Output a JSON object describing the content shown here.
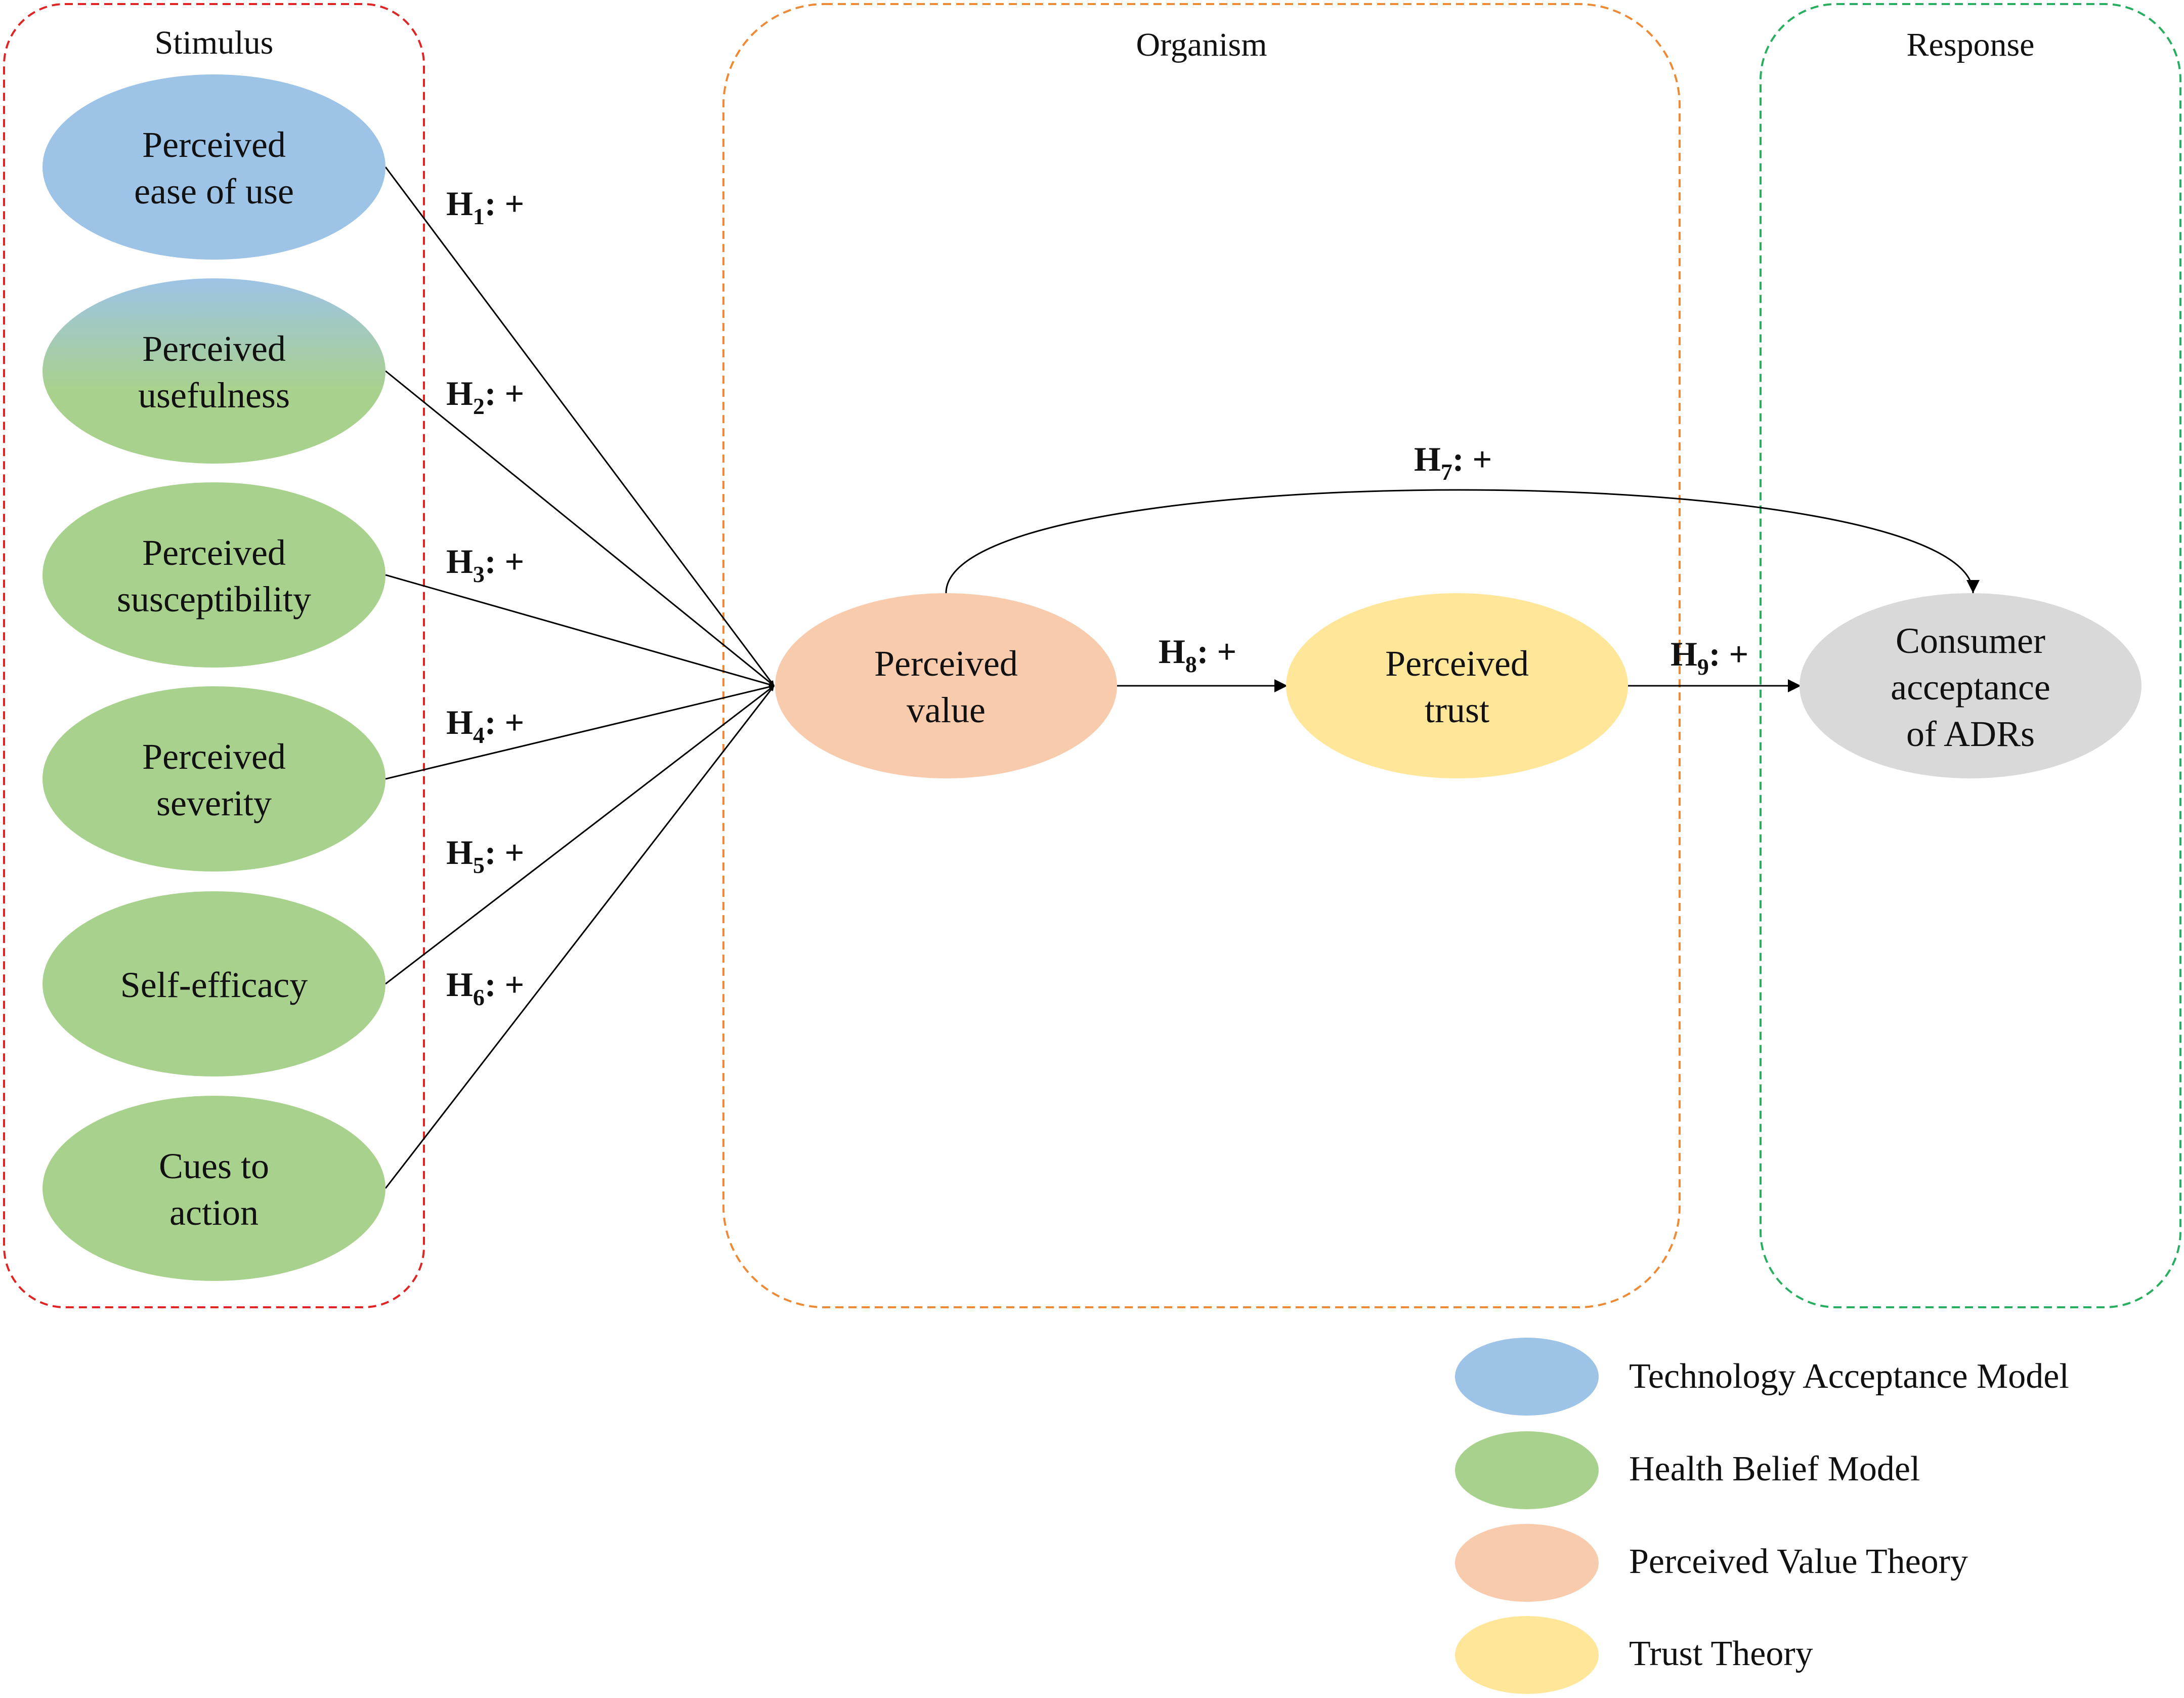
{
  "groups": {
    "stimulus": "Stimulus",
    "organism": "Organism",
    "response": "Response"
  },
  "nodes": {
    "ease_of_use": [
      "Perceived",
      "ease of use"
    ],
    "usefulness": [
      "Perceived",
      "usefulness"
    ],
    "susceptibility": [
      "Perceived",
      "susceptibility"
    ],
    "severity": [
      "Perceived",
      "severity"
    ],
    "self_efficacy": [
      "Self-efficacy"
    ],
    "cues": [
      "Cues to",
      "action"
    ],
    "value": [
      "Perceived",
      "value"
    ],
    "trust": [
      "Perceived",
      "trust"
    ],
    "acceptance": [
      "Consumer",
      "acceptance",
      "of ADRs"
    ]
  },
  "hypotheses": [
    {
      "letter": "H",
      "num": "1",
      "sign": ": +"
    },
    {
      "letter": "H",
      "num": "2",
      "sign": ": +"
    },
    {
      "letter": "H",
      "num": "3",
      "sign": ": +"
    },
    {
      "letter": "H",
      "num": "4",
      "sign": ": +"
    },
    {
      "letter": "H",
      "num": "5",
      "sign": ": +"
    },
    {
      "letter": "H",
      "num": "6",
      "sign": ": +"
    },
    {
      "letter": "H",
      "num": "7",
      "sign": ": +"
    },
    {
      "letter": "H",
      "num": "8",
      "sign": ": +"
    },
    {
      "letter": "H",
      "num": "9",
      "sign": ": +"
    }
  ],
  "legend": [
    {
      "label": "Technology Acceptance Model",
      "color": "#9dc3e6"
    },
    {
      "label": "Health Belief Model",
      "color": "#a9d18e"
    },
    {
      "label": "Perceived Value Theory",
      "color": "#f8cbad"
    },
    {
      "label": "Trust Theory",
      "color": "#ffe699"
    }
  ],
  "colors": {
    "stimulus_border": "#e02424",
    "organism_border": "#ee8a35",
    "response_border": "#27ae60",
    "tam": "#9dc3e6",
    "hbm": "#a9d18e",
    "pvt": "#f8cbad",
    "trust": "#ffe699",
    "acceptance": "#d9d9d9"
  }
}
